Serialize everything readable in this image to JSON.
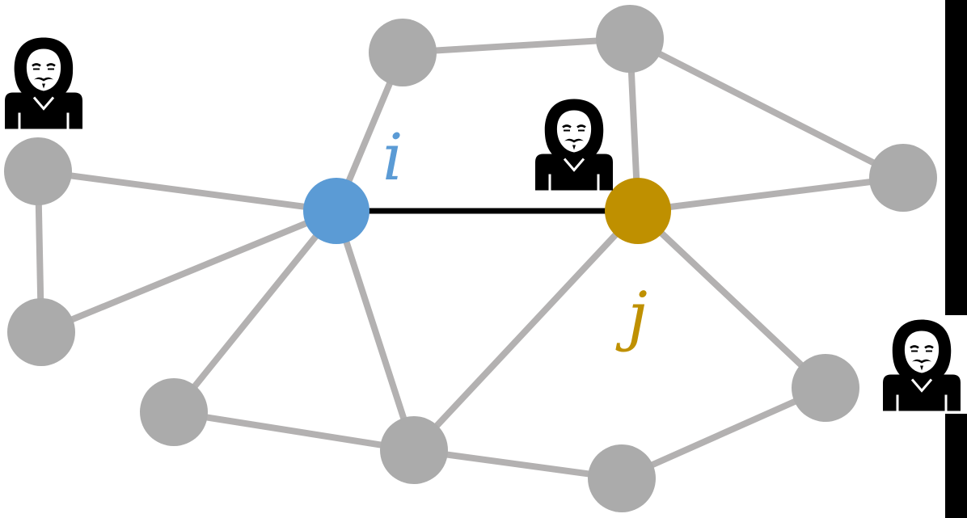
{
  "diagram": {
    "type": "network-graph",
    "colors": {
      "node_default": "#ababab",
      "edge_default": "#b3b1b1",
      "edge_highlight": "#000000",
      "node_i": "#5b9bd5",
      "node_j": "#bf9000",
      "attacker_fill": "#000000",
      "attacker_face": "#ffffff",
      "background": "#ffffff"
    },
    "labels": {
      "i": "i",
      "j": "j"
    },
    "nodes": [
      {
        "id": "n1"
      },
      {
        "id": "n2"
      },
      {
        "id": "n3"
      },
      {
        "id": "n4"
      },
      {
        "id": "n5"
      },
      {
        "id": "n6"
      },
      {
        "id": "n7"
      },
      {
        "id": "n8"
      },
      {
        "id": "n9"
      },
      {
        "id": "n10"
      },
      {
        "id": "i"
      },
      {
        "id": "j"
      }
    ],
    "edges": [
      [
        "n1",
        "n2"
      ],
      [
        "n1",
        "i"
      ],
      [
        "n2",
        "i"
      ],
      [
        "n3",
        "i"
      ],
      [
        "n3",
        "n4"
      ],
      [
        "n4",
        "j"
      ],
      [
        "n4",
        "n5"
      ],
      [
        "n5",
        "j"
      ],
      [
        "n6",
        "j"
      ],
      [
        "i",
        "n7"
      ],
      [
        "i",
        "n8"
      ],
      [
        "n7",
        "n8"
      ],
      [
        "n8",
        "j"
      ],
      [
        "n8",
        "n9"
      ],
      [
        "n9",
        "n10"
      ],
      [
        "n10",
        "j"
      ]
    ],
    "highlight_edge": [
      "i",
      "j"
    ],
    "attacker_icons": [
      "attacker-top-left",
      "attacker-near-j",
      "attacker-right"
    ]
  }
}
